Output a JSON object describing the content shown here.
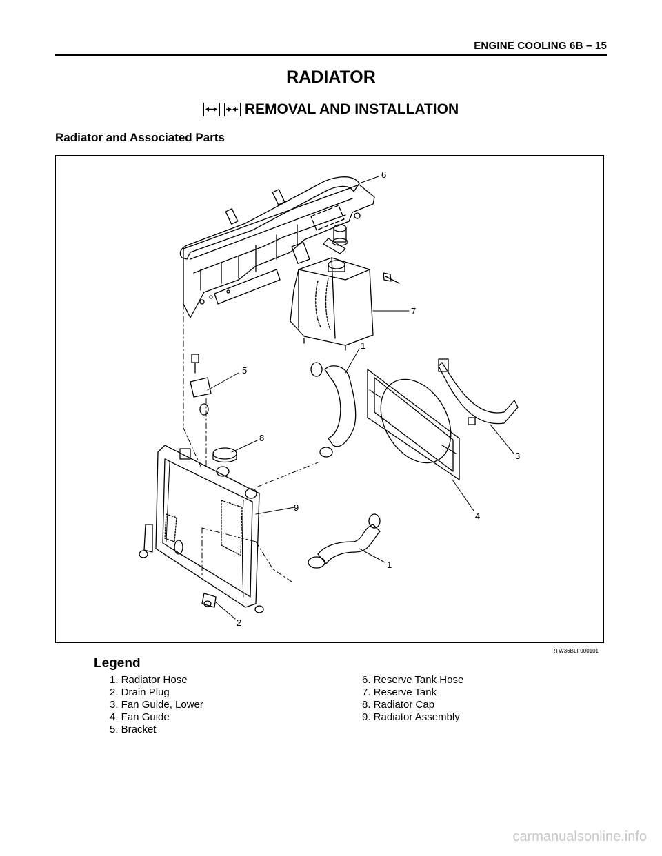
{
  "header": {
    "running_title": "ENGINE COOLING   6B – 15"
  },
  "section_title": "RADIATOR",
  "procedure": {
    "title": "REMOVAL AND INSTALLATION",
    "icons": [
      "remove-icon",
      "install-icon"
    ]
  },
  "subheading": "Radiator and Associated Parts",
  "figure": {
    "callouts": [
      "6",
      "7",
      "1",
      "5",
      "8",
      "3",
      "9",
      "4",
      "1",
      "2"
    ],
    "code": "RTW36BLF000101"
  },
  "legend": {
    "title": "Legend",
    "items_left": [
      "1. Radiator Hose",
      "2. Drain Plug",
      "3. Fan Guide, Lower",
      "4. Fan Guide",
      "5. Bracket"
    ],
    "items_right": [
      "6. Reserve Tank Hose",
      "7. Reserve Tank",
      "8. Radiator Cap",
      "9. Radiator Assembly"
    ]
  },
  "watermark": "carmanualsonline.info"
}
